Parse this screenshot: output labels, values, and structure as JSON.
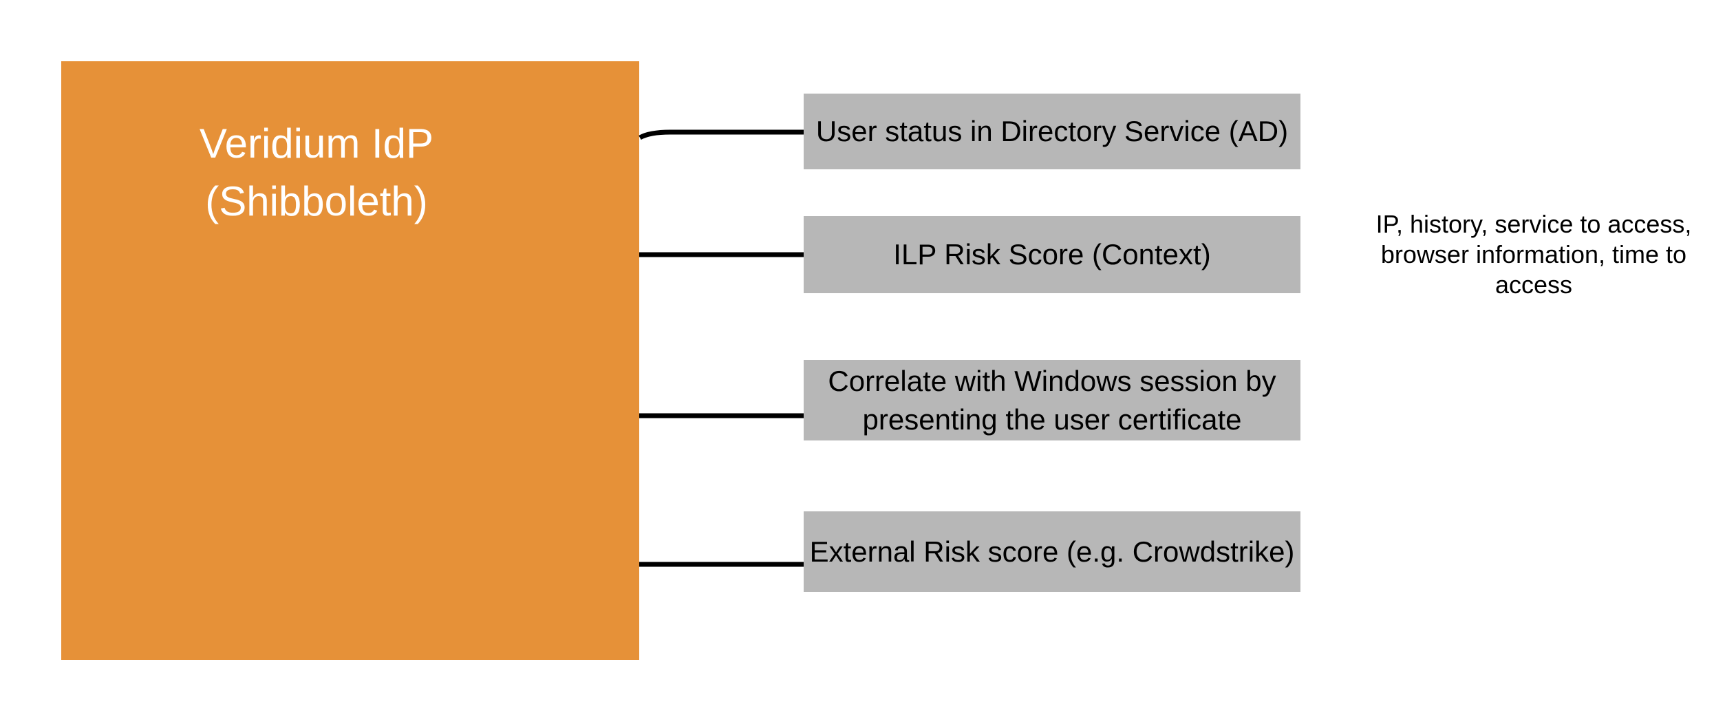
{
  "canvas": {
    "background": "#FFFFFF"
  },
  "idp_box": {
    "title_lines": [
      "Veridium IdP",
      "(Shibboleth)"
    ],
    "fill": "#E69138",
    "text_color": "#FFFFFF"
  },
  "factor_boxes": [
    {
      "lines": [
        "User status in Directory Service (AD)"
      ]
    },
    {
      "lines": [
        "ILP Risk Score (Context)"
      ]
    },
    {
      "lines": [
        "Correlate with Windows session by",
        "presenting the user certificate"
      ]
    },
    {
      "lines": [
        "External Risk score (e.g. Crowdstrike)"
      ]
    }
  ],
  "factor_box_style": {
    "fill": "#B7B7B7",
    "text_color": "#000000"
  },
  "connector_style": {
    "color": "#000000"
  },
  "annotation": {
    "lines": [
      "IP, history, service to access,",
      "browser information, time to",
      "access"
    ],
    "text_color": "#000000"
  }
}
